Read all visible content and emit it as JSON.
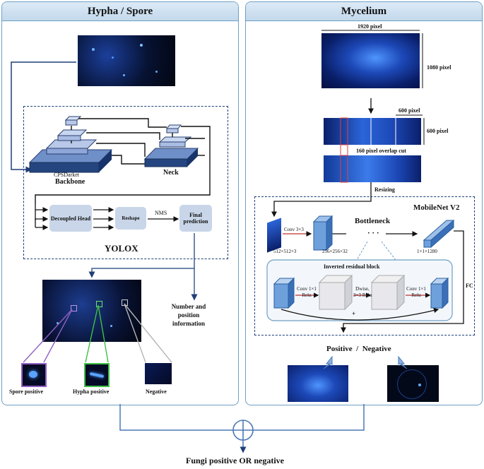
{
  "left_panel": {
    "title": "Hypha / Spore",
    "backbone_sublabel": "CPSDarket",
    "backbone_label": "Backbone",
    "neck_label": "Neck",
    "head_box": "Decoupled Head",
    "reshape_box": "Reshape",
    "nms_label": "NMS",
    "final_box": "Final prediction",
    "yolox_label": "YOLOX",
    "output_label": "Number and position information",
    "crops": [
      {
        "label": "Spore positive",
        "color": "#8e5fc2"
      },
      {
        "label": "Hypha positive",
        "color": "#3fbf45"
      },
      {
        "label": "Negative",
        "color": "#b5b5b5"
      }
    ]
  },
  "right_panel": {
    "title": "Mycelium",
    "width_label": "1920 pixel",
    "height_label": "1080 pixel",
    "tile_width_label": "600 pixel",
    "tile_height_label": "600 pixel",
    "overlap_label": "160 pixel overlap cut",
    "resizing_label": "Resizing",
    "mobilenet_label": "MobileNet V2",
    "conv_label": "Conv 3×3",
    "input_dim": "512×512×3",
    "dim_256": "256×256×32",
    "bottleneck_label": "Bottleneck",
    "ellipsis": "· · ·",
    "output_dim": "1×1×1280",
    "fc_label": "FC",
    "irb_title": "Inverted residual block",
    "irb_conv1": "Conv 1×1 Relu",
    "irb_dwise": "Dwise, 3×3 Relu",
    "irb_conv2": "Conv 1×1 Relu",
    "irb_plus": "+",
    "result_label": "Positive  /  Negative"
  },
  "footer": {
    "combine_symbol": "⊕",
    "final_label": "Fungi positive OR negative"
  },
  "colors": {
    "panel_border": "#6f9fc4",
    "dashed_border": "#1e3f78",
    "block_blue": "#4a78b8",
    "box_fill": "#c9d6e9"
  }
}
